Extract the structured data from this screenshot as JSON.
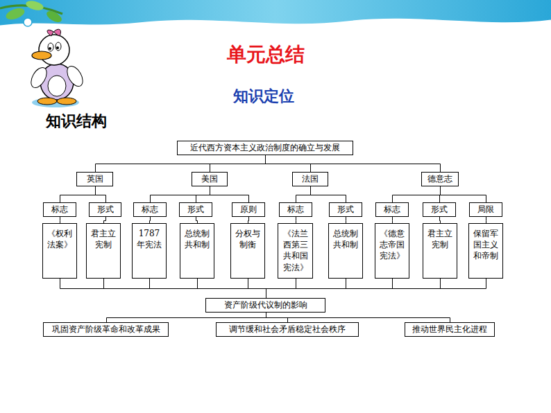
{
  "diagram": {
    "title": "单元总结",
    "nodes": [
      {
        "text": [
          "近代西方资本主义政治制度的确立与发展"
        ]
      },
      {
        "text": [
          "英国"
        ]
      },
      {
        "text": [
          "美国"
        ]
      },
      {
        "text": [
          "法国"
        ]
      },
      {
        "text": [
          "德意志"
        ]
      },
      {
        "text": [
          "标志"
        ]
      },
      {
        "text": [
          "形式"
        ]
      },
      {
        "text": [
          "标志"
        ]
      },
      {
        "text": [
          "形式"
        ]
      },
      {
        "text": [
          "原则"
        ]
      },
      {
        "text": [
          "标志"
        ]
      },
      {
        "text": [
          "形式"
        ]
      },
      {
        "text": [
          "标志"
        ]
      },
      {
        "text": [
          "形式"
        ]
      },
      {
        "text": [
          "局限"
        ]
      },
      {
        "text": [
          "《权利法案》"
        ]
      },
      {
        "text": [
          "君主立宪制"
        ]
      },
      {
        "text": [
          "1787年宪法"
        ]
      },
      {
        "text": [
          "总统制共和制"
        ]
      },
      {
        "text": [
          "分权与制衡"
        ]
      },
      {
        "text": [
          "《法兰西第三共和国宪法》"
        ]
      },
      {
        "text": [
          "总统制共和制"
        ]
      },
      {
        "text": [
          "《德意志帝国宪法》"
        ]
      },
      {
        "text": [
          "君主立宪制"
        ]
      },
      {
        "text": [
          "保留军国主义和帝制"
        ]
      },
      {
        "text": [
          "资产阶级代议制的影响"
        ]
      },
      {
        "text": [
          "巩固资产阶级革命和改革成果"
        ]
      },
      {
        "text": [
          "调节缓和社会矛盾稳定社会秩序"
        ]
      },
      {
        "text": [
          "推动世界民主化进程"
        ]
      }
    ],
    "edges": [
      {
        "from": 0,
        "to": 1,
        "arrow": "none"
      },
      {
        "from": 0,
        "to": 2,
        "arrow": "none"
      },
      {
        "from": 0,
        "to": 3,
        "arrow": "none"
      },
      {
        "from": 0,
        "to": 4,
        "arrow": "none"
      },
      {
        "from": 1,
        "to": 5,
        "arrow": "none"
      },
      {
        "from": 1,
        "to": 6,
        "arrow": "none"
      },
      {
        "from": 2,
        "to": 7,
        "arrow": "none"
      },
      {
        "from": 2,
        "to": 8,
        "arrow": "none"
      },
      {
        "from": 2,
        "to": 9,
        "arrow": "none"
      },
      {
        "from": 3,
        "to": 10,
        "arrow": "none"
      },
      {
        "from": 3,
        "to": 11,
        "arrow": "none"
      },
      {
        "from": 4,
        "to": 12,
        "arrow": "none"
      },
      {
        "from": 4,
        "to": 13,
        "arrow": "none"
      },
      {
        "from": 4,
        "to": 14,
        "arrow": "none"
      },
      {
        "from": 5,
        "to": 15,
        "arrow": "none"
      },
      {
        "from": 6,
        "to": 16,
        "arrow": "none"
      },
      {
        "from": 7,
        "to": 17,
        "arrow": "none"
      },
      {
        "from": 8,
        "to": 18,
        "arrow": "none"
      },
      {
        "from": 9,
        "to": 19,
        "arrow": "none"
      },
      {
        "from": 10,
        "to": 20,
        "arrow": "none"
      },
      {
        "from": 11,
        "to": 21,
        "arrow": "none"
      },
      {
        "from": 12,
        "to": 22,
        "arrow": "none"
      },
      {
        "from": 13,
        "to": 23,
        "arrow": "none"
      },
      {
        "from": 14,
        "to": 24,
        "arrow": "none"
      },
      {
        "from": 15,
        "to": 25,
        "arrow": "none"
      },
      {
        "from": 16,
        "to": 25,
        "arrow": "none"
      },
      {
        "from": 17,
        "to": 25,
        "arrow": "none"
      },
      {
        "from": 18,
        "to": 25,
        "arrow": "none"
      },
      {
        "from": 19,
        "to": 25,
        "arrow": "none"
      },
      {
        "from": 20,
        "to": 25,
        "arrow": "none"
      },
      {
        "from": 21,
        "to": 25,
        "arrow": "none"
      },
      {
        "from": 22,
        "to": 25,
        "arrow": "none"
      },
      {
        "from": 23,
        "to": 25,
        "arrow": "none"
      },
      {
        "from": 24,
        "to": 25,
        "arrow": "none"
      },
      {
        "from": 25,
        "to": 26,
        "arrow": "none"
      },
      {
        "from": 25,
        "to": 27,
        "arrow": "none"
      },
      {
        "from": 25,
        "to": 28,
        "arrow": "none"
      }
    ],
    "labels": [
      "知识定位",
      "知识结构"
    ]
  }
}
